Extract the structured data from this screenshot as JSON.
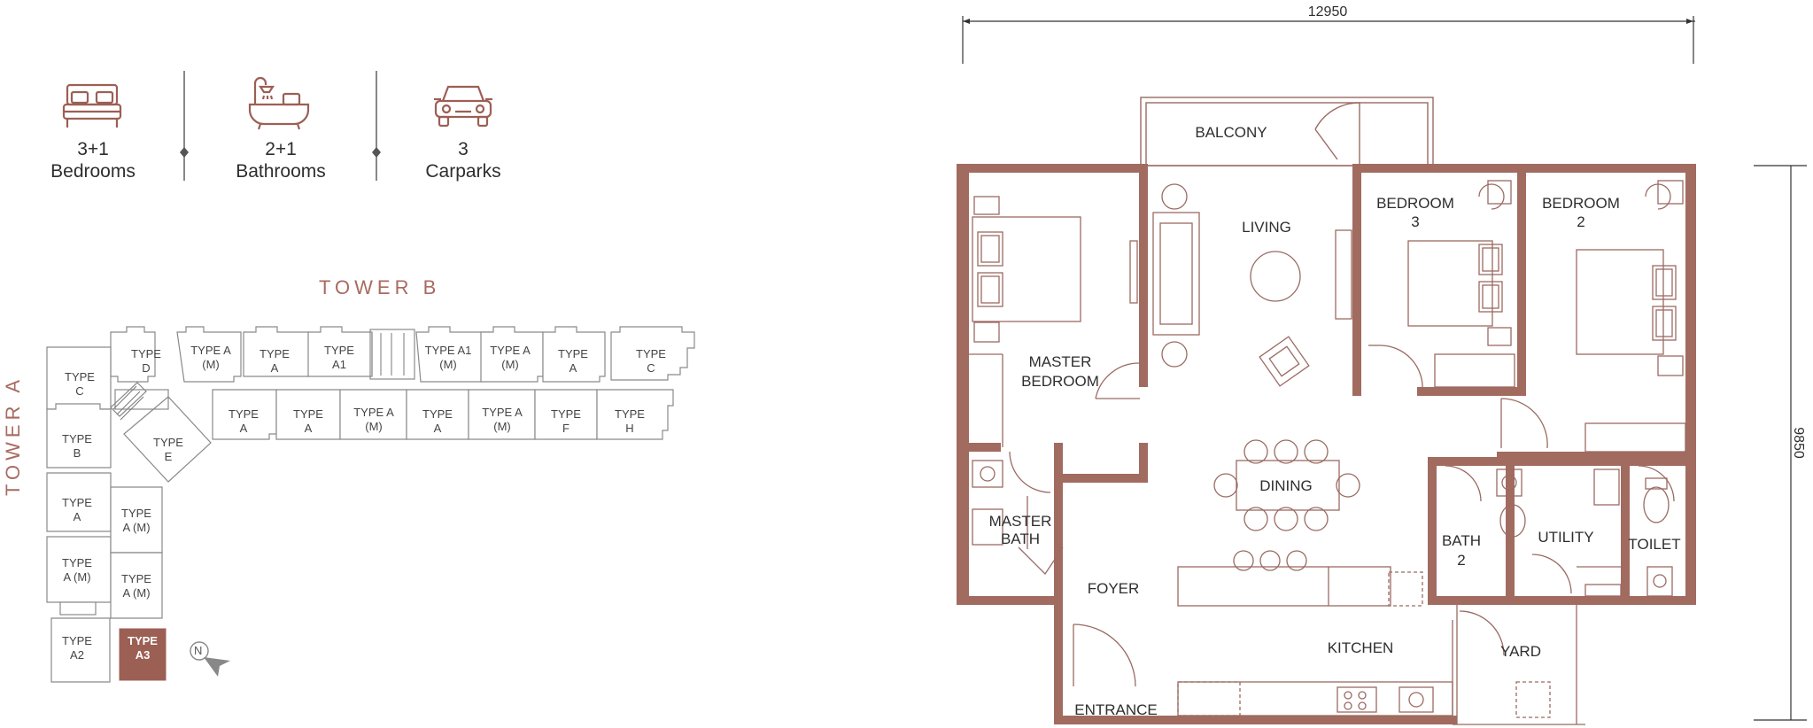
{
  "features": [
    {
      "value": "3+1",
      "label": "Bedrooms",
      "icon": "bed-icon"
    },
    {
      "value": "2+1",
      "label": "Bathrooms",
      "icon": "bathtub-shower-icon"
    },
    {
      "value": "3",
      "label": "Carparks",
      "icon": "car-icon"
    }
  ],
  "keyplan": {
    "tower_b": "TOWER B",
    "tower_a": "TOWER A",
    "units_b_top": [
      {
        "l1": "TYPE",
        "l2": "D"
      },
      {
        "l1": "TYPE A",
        "l2": "(M)"
      },
      {
        "l1": "TYPE",
        "l2": "A"
      },
      {
        "l1": "TYPE",
        "l2": "A1"
      },
      {
        "l1": "TYPE A1",
        "l2": "(M)"
      },
      {
        "l1": "TYPE A",
        "l2": "(M)"
      },
      {
        "l1": "TYPE",
        "l2": "A"
      },
      {
        "l1": "TYPE",
        "l2": "C"
      }
    ],
    "units_b_bottom": [
      {
        "l1": "TYPE",
        "l2": "A"
      },
      {
        "l1": "TYPE",
        "l2": "A"
      },
      {
        "l1": "TYPE A",
        "l2": "(M)"
      },
      {
        "l1": "TYPE",
        "l2": "A"
      },
      {
        "l1": "TYPE A",
        "l2": "(M)"
      },
      {
        "l1": "TYPE",
        "l2": "F"
      },
      {
        "l1": "TYPE",
        "l2": "H"
      }
    ],
    "unit_e": {
      "l1": "TYPE",
      "l2": "E"
    },
    "units_a_left": [
      {
        "l1": "TYPE",
        "l2": "C"
      },
      {
        "l1": "TYPE",
        "l2": "B"
      },
      {
        "l1": "TYPE",
        "l2": "A"
      },
      {
        "l1": "TYPE",
        "l2": "A (M)"
      },
      {
        "l1": "TYPE",
        "l2": "A2"
      }
    ],
    "units_a_right": [
      {
        "l1": "TYPE",
        "l2": "A (M)"
      },
      {
        "l1": "TYPE",
        "l2": "A (M)"
      }
    ],
    "highlight": {
      "l1": "TYPE",
      "l2": "A3"
    },
    "north": "N",
    "highlight_color": "#9c5f54"
  },
  "floorplan": {
    "width_dim": "12950",
    "height_dim": "9850",
    "rooms": {
      "balcony": "BALCONY",
      "living": "LIVING",
      "bedroom3_l1": "BEDROOM",
      "bedroom3_l2": "3",
      "bedroom2_l1": "BEDROOM",
      "bedroom2_l2": "2",
      "master_l1": "MASTER",
      "master_l2": "BEDROOM",
      "dining": "DINING",
      "mbath_l1": "MASTER",
      "mbath_l2": "BATH",
      "bath2_l1": "BATH",
      "bath2_l2": "2",
      "utility": "UTILITY",
      "toilet": "TOILET",
      "foyer": "FOYER",
      "kitchen": "KITCHEN",
      "yard": "YARD",
      "entrance": "ENTRANCE"
    },
    "wall_color": "#a26b60",
    "line_color": "#9a6a62"
  }
}
